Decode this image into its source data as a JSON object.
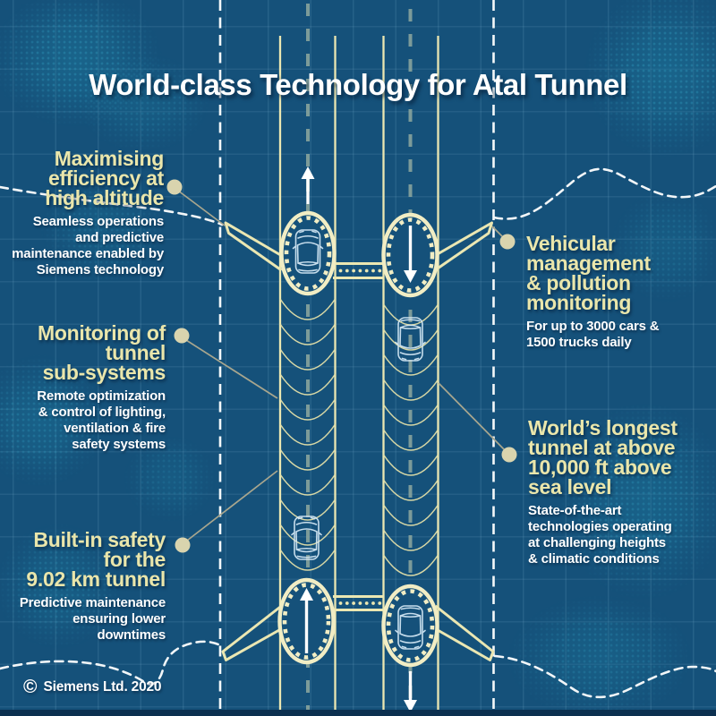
{
  "title": "World-class Technology for Atal Tunnel",
  "copyright": {
    "symbol": "©",
    "text": "Siemens Ltd. 2020"
  },
  "callouts": [
    {
      "id": "efficiency",
      "heading": "Maximising\nefficiency at\nhigh altitude",
      "sub": "Seamless operations\nand predictive\nmaintenance enabled by\nSiemens technology",
      "align": "right"
    },
    {
      "id": "vehicular",
      "heading": "Vehicular\nmanagement\n& pollution\nmonitoring",
      "sub": "For up to 3000 cars &\n1500 trucks daily",
      "align": "left"
    },
    {
      "id": "monitoring",
      "heading": "Monitoring of\ntunnel\nsub-systems",
      "sub": "Remote optimization\n& control of lighting,\nventilation & fire\nsafety systems",
      "align": "right"
    },
    {
      "id": "longest",
      "heading": "World’s longest\ntunnel at above\n10,000 ft above\nsea level",
      "sub": "State-of-the-art\ntechnologies operating\nat challenging heights\n& climatic conditions",
      "align": "left"
    },
    {
      "id": "safety",
      "heading": "Built-in safety\nfor the\n9.02 km tunnel",
      "sub": "Predictive maintenance\nensuring lower\ndowntimes",
      "align": "right"
    }
  ],
  "diagram": {
    "left_tunnel_direction": "up",
    "right_tunnel_direction": "down",
    "portal_count": 4,
    "car_count": 4,
    "cross_passages": 2
  },
  "icons": {
    "car": "car-top-view-icon",
    "arrow_up": "up-arrow-icon",
    "arrow_down": "down-arrow-icon",
    "callout_marker": "dot-marker-icon"
  },
  "colors": {
    "background": "#15517A",
    "accent_cream": "#EBE7AF",
    "text_white": "#FFFFFF",
    "terrain_teal": "#1F7FA0",
    "diagram_line": "#ECE8B4",
    "car_outline": "#D6E9F6"
  }
}
